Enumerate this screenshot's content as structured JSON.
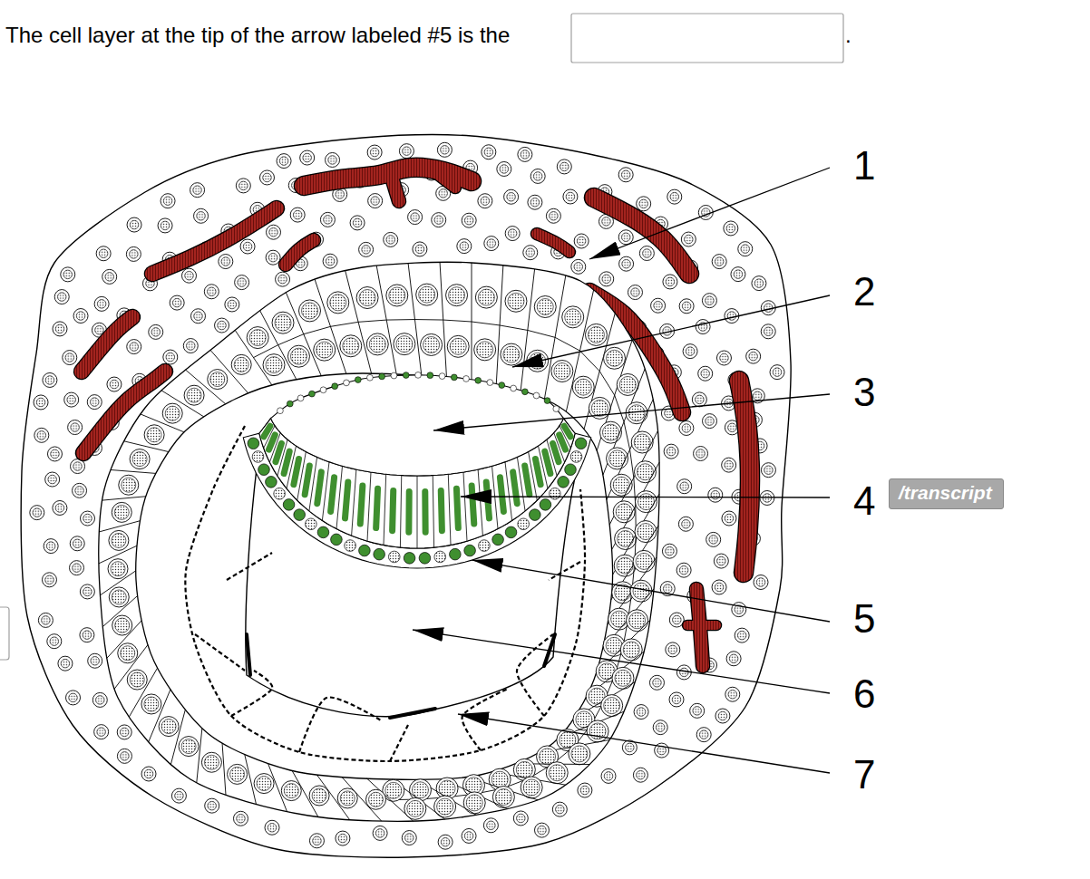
{
  "diagram": {
    "nodes": [
      {
        "text": [
          "/transcript"
        ]
      }
    ],
    "labels": [
      "The cell layer at the tip of the arrow labeled #5 is the",
      ".",
      "1",
      "2",
      "3",
      "4",
      "5",
      "6",
      "7"
    ]
  }
}
